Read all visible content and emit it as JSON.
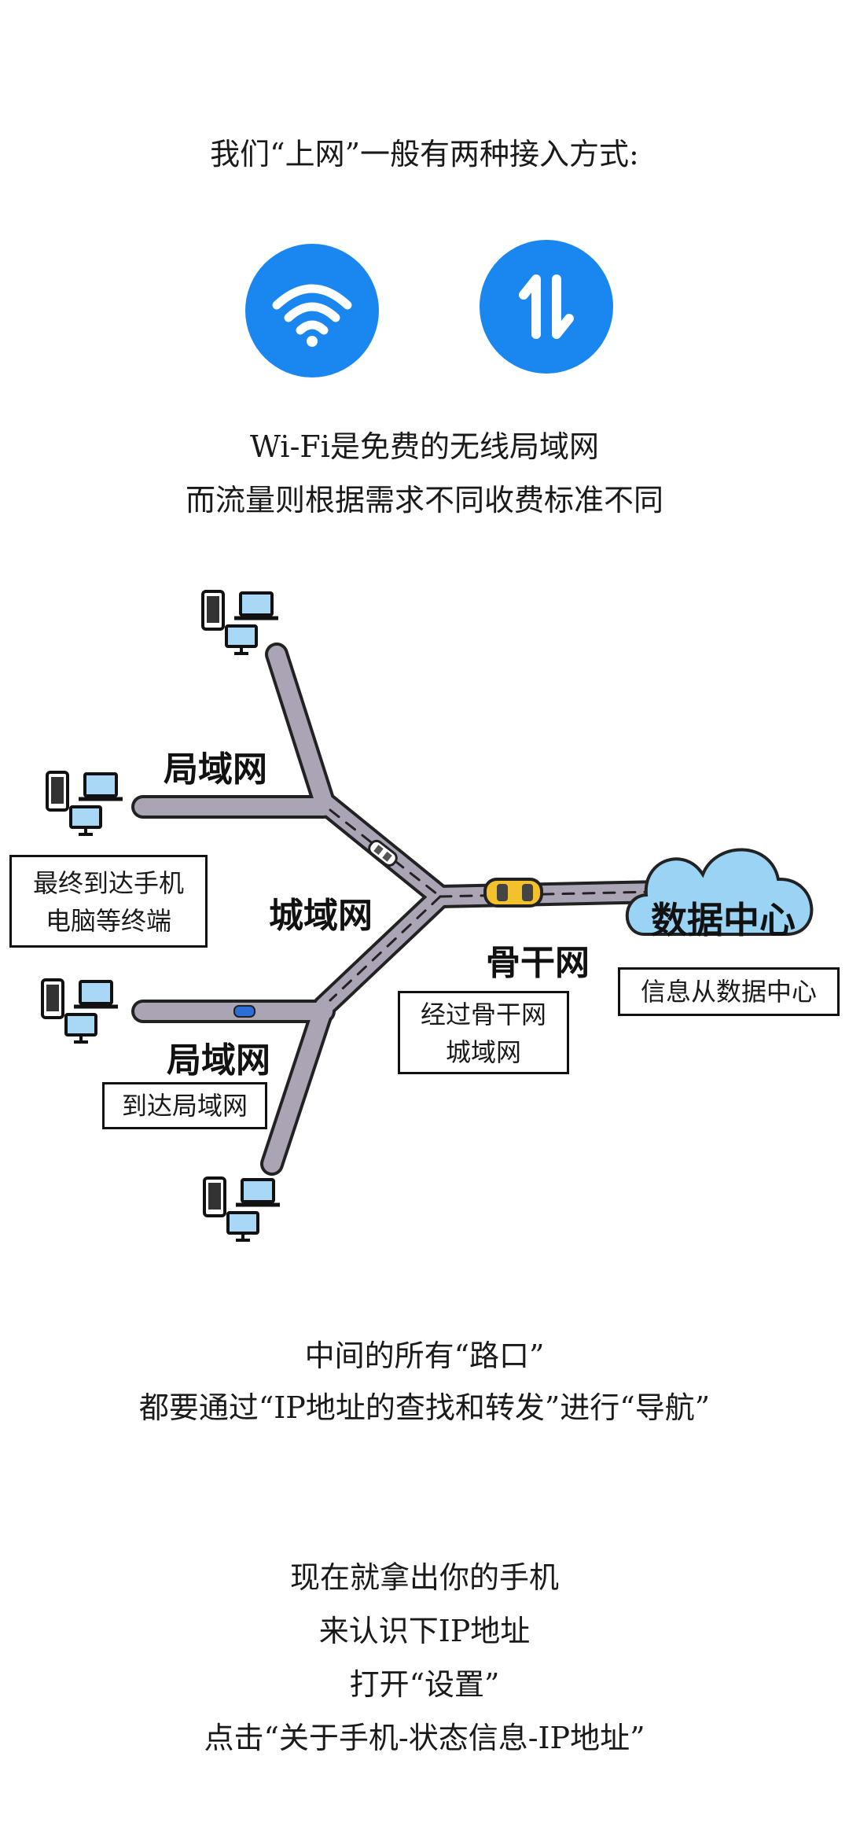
{
  "intro": {
    "text": "我们“上网”一般有两种接入方式:"
  },
  "access_icons": [
    {
      "icon": "wifi-icon",
      "color": "#1a86f0"
    },
    {
      "icon": "mobile-data-icon",
      "color": "#1a86f0"
    }
  ],
  "access_desc": {
    "line1": "Wi-Fi是免费的无线局域网",
    "line2": "而流量则根据需求不同收费标准不同"
  },
  "diagram": {
    "road_color": "#aba4b5",
    "cloud_color": "#9bd3f5",
    "labels": {
      "lan_top": "局域网",
      "man": "城域网",
      "lan_bottom": "局域网",
      "backbone": "骨干网",
      "data_center": "数据中心"
    },
    "boxes": {
      "terminal": [
        "最终到达手机",
        "电脑等终端"
      ],
      "via_backbone": [
        "经过骨干网",
        "城域网"
      ],
      "reach_lan": "到达局域网",
      "from_dc": "信息从数据中心"
    }
  },
  "routing": {
    "line1": "中间的所有“路口”",
    "line2": "都要通过“IP地址的查找和转发”进行“导航”"
  },
  "instructions": {
    "line1": "现在就拿出你的手机",
    "line2": "来认识下IP地址",
    "line3": "打开“设置”",
    "line4": "点击“关于手机-状态信息-IP地址”"
  }
}
